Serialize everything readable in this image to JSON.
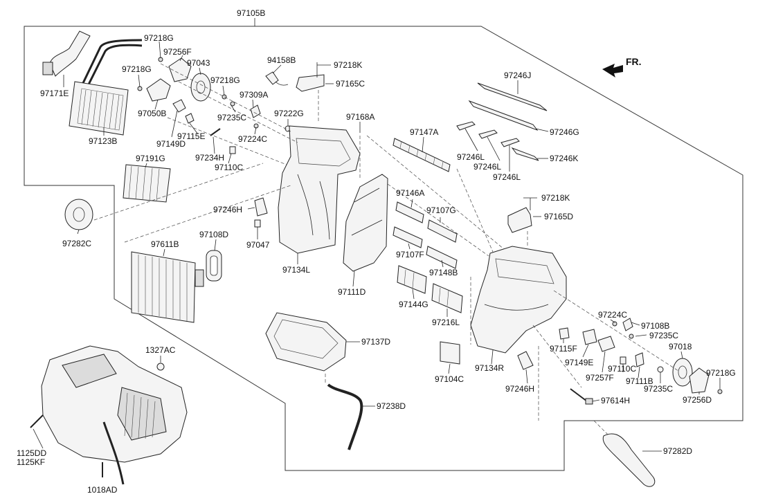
{
  "direction_label": "FR.",
  "labels": [
    {
      "id": "97105B",
      "text": "97105B"
    },
    {
      "id": "97218G_a",
      "text": "97218G"
    },
    {
      "id": "97256F",
      "text": "97256F"
    },
    {
      "id": "97043",
      "text": "97043"
    },
    {
      "id": "97218G_b",
      "text": "97218G"
    },
    {
      "id": "97171E",
      "text": "97171E"
    },
    {
      "id": "97050B",
      "text": "97050B"
    },
    {
      "id": "97123B",
      "text": "97123B"
    },
    {
      "id": "94158B",
      "text": "94158B"
    },
    {
      "id": "97218K_a",
      "text": "97218K"
    },
    {
      "id": "97165C",
      "text": "97165C"
    },
    {
      "id": "97218G_c",
      "text": "97218G"
    },
    {
      "id": "97309A",
      "text": "97309A"
    },
    {
      "id": "97235C_a",
      "text": "97235C"
    },
    {
      "id": "97222G",
      "text": "97222G"
    },
    {
      "id": "97168A",
      "text": "97168A"
    },
    {
      "id": "97115E",
      "text": "97115E"
    },
    {
      "id": "97149D",
      "text": "97149D"
    },
    {
      "id": "97224C_a",
      "text": "97224C"
    },
    {
      "id": "97234H",
      "text": "97234H"
    },
    {
      "id": "97110C_a",
      "text": "97110C"
    },
    {
      "id": "97191G",
      "text": "97191G"
    },
    {
      "id": "97147A",
      "text": "97147A"
    },
    {
      "id": "97246J",
      "text": "97246J"
    },
    {
      "id": "97246G",
      "text": "97246G"
    },
    {
      "id": "97246L_a",
      "text": "97246L"
    },
    {
      "id": "97246L_b",
      "text": "97246L"
    },
    {
      "id": "97246L_c",
      "text": "97246L"
    },
    {
      "id": "97246K",
      "text": "97246K"
    },
    {
      "id": "97246H_a",
      "text": "97246H"
    },
    {
      "id": "97146A",
      "text": "97146A"
    },
    {
      "id": "97107G",
      "text": "97107G"
    },
    {
      "id": "97218K_b",
      "text": "97218K"
    },
    {
      "id": "97165D",
      "text": "97165D"
    },
    {
      "id": "97282C",
      "text": "97282C"
    },
    {
      "id": "97108D",
      "text": "97108D"
    },
    {
      "id": "97047",
      "text": "97047"
    },
    {
      "id": "97611B",
      "text": "97611B"
    },
    {
      "id": "97134L",
      "text": "97134L"
    },
    {
      "id": "97107F",
      "text": "97107F"
    },
    {
      "id": "97148B",
      "text": "97148B"
    },
    {
      "id": "97111D",
      "text": "97111D"
    },
    {
      "id": "97144G",
      "text": "97144G"
    },
    {
      "id": "97216L",
      "text": "97216L"
    },
    {
      "id": "97224C_b",
      "text": "97224C"
    },
    {
      "id": "97108B",
      "text": "97108B"
    },
    {
      "id": "97235C_b",
      "text": "97235C"
    },
    {
      "id": "97018",
      "text": "97018"
    },
    {
      "id": "97137D",
      "text": "97137D"
    },
    {
      "id": "1327AC",
      "text": "1327AC"
    },
    {
      "id": "97115F",
      "text": "97115F"
    },
    {
      "id": "97149E",
      "text": "97149E"
    },
    {
      "id": "97218G_d",
      "text": "97218G"
    },
    {
      "id": "97104C",
      "text": "97104C"
    },
    {
      "id": "97134R",
      "text": "97134R"
    },
    {
      "id": "97257F",
      "text": "97257F"
    },
    {
      "id": "97110C_b",
      "text": "97110C"
    },
    {
      "id": "97111B",
      "text": "97111B"
    },
    {
      "id": "97256D",
      "text": "97256D"
    },
    {
      "id": "97246H_b",
      "text": "97246H"
    },
    {
      "id": "97235C_c",
      "text": "97235C"
    },
    {
      "id": "97614H",
      "text": "97614H"
    },
    {
      "id": "97238D",
      "text": "97238D"
    },
    {
      "id": "97282D",
      "text": "97282D"
    },
    {
      "id": "1125DD",
      "text": "1125DD"
    },
    {
      "id": "1125KF",
      "text": "1125KF"
    },
    {
      "id": "1018AD",
      "text": "1018AD"
    }
  ]
}
